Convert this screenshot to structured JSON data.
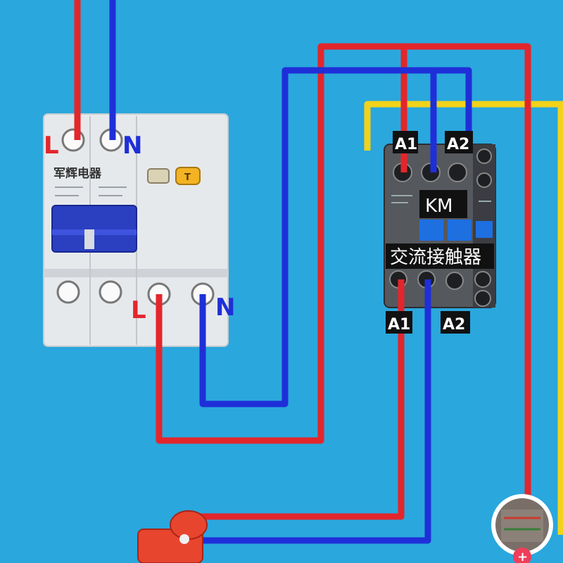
{
  "colors": {
    "background": "#2aa7dd",
    "line_wire": "#e3262c",
    "neutral_wire": "#1f2fd8",
    "control_wire": "#f2d21b",
    "breaker_body": "#e6e9ec",
    "breaker_handle": "#2b3fc1",
    "contactor_body": "#55585d",
    "contactor_dark": "#2b2d31",
    "terminal_label_bg": "#111111"
  },
  "breaker": {
    "brand": "军辉电器",
    "top_terminals": {
      "line": "L",
      "neutral": "N"
    },
    "bottom_terminals": {
      "line": "L",
      "neutral": "N"
    },
    "test_button": "T"
  },
  "contactor": {
    "name": "KM",
    "type_label": "交流接触器",
    "top_coil_labels": [
      "A1",
      "A2"
    ],
    "bottom_coil_labels": [
      "A1",
      "A2"
    ]
  },
  "icons": {
    "push_button": "red-push-button-icon",
    "avatar": "avatar-icon",
    "add_badge": "+"
  }
}
